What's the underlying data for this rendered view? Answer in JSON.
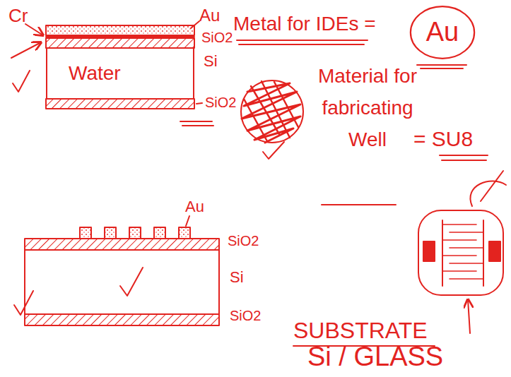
{
  "diagram": {
    "nodes": [
      {
        "text": [
          "Water"
        ]
      },
      {
        "text": [
          "Au"
        ]
      }
    ],
    "labels": [
      "Cr",
      "Au",
      "SiO2",
      "Si",
      "SiO2",
      "Metal for IDEs =",
      "Material for fabricating Well",
      "= SU8",
      "Au",
      "SiO2",
      "Si",
      "SiO2",
      "SUBSTRATE",
      "Si / GLASS"
    ]
  }
}
